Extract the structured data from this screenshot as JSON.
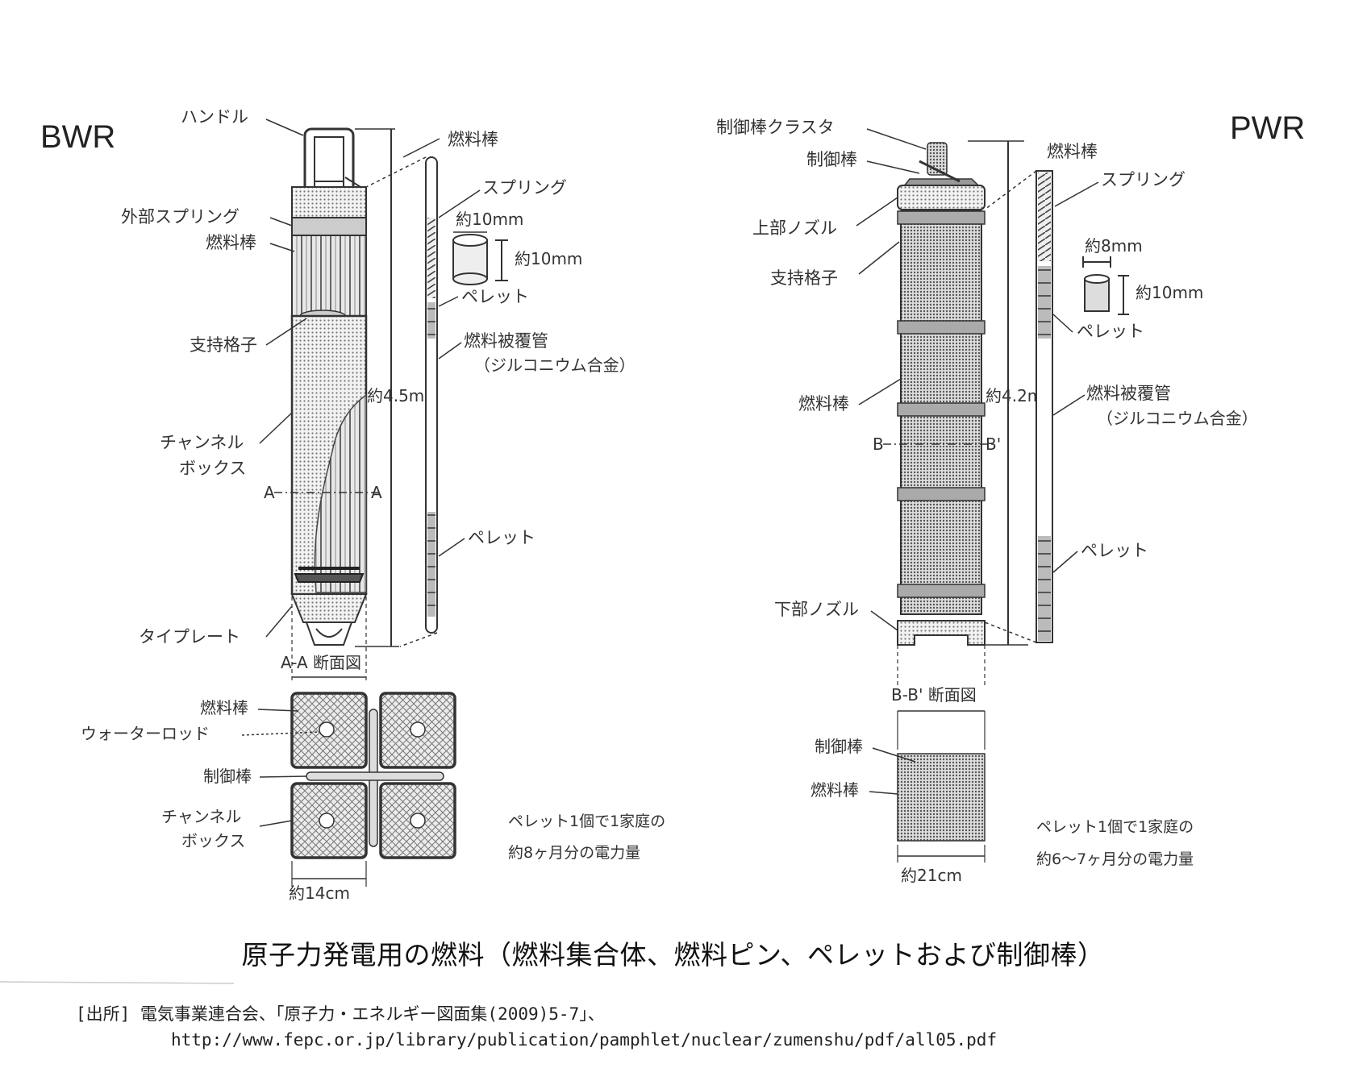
{
  "bwr": {
    "system": "BWR",
    "handle": "ハンドル",
    "fuel_rod_top": "燃料棒",
    "spring": "スプリング",
    "outer_spring": "外部スプリング",
    "fuel_rod_side": "燃料棒",
    "pellet_dia": "約10mm",
    "pellet_height": "約10mm",
    "pellet_top": "ペレット",
    "grid": "支持格子",
    "cladding": "燃料被覆管",
    "cladding_material": "（ジルコニウム合金）",
    "length": "約4.5m",
    "channel_box_1": "チャンネル",
    "channel_box_2": "ボックス",
    "section_left": "A",
    "section_right": "A",
    "pellet_bottom": "ペレット",
    "tie_plate": "タイプレート",
    "section_title": "A-A 断面図",
    "xs_fuel_rod": "燃料棒",
    "xs_water_rod": "ウォーターロッド",
    "xs_control_rod": "制御棒",
    "xs_channel_box_1": "チャンネル",
    "xs_channel_box_2": "ボックス",
    "xs_width": "約14cm",
    "note_1": "ペレット1個で1家庭の",
    "note_2": "約8ヶ月分の電力量"
  },
  "pwr": {
    "system": "PWR",
    "rcca": "制御棒クラスタ",
    "control_rod": "制御棒",
    "fuel_rod_top": "燃料棒",
    "spring": "スプリング",
    "top_nozzle": "上部ノズル",
    "grid": "支持格子",
    "pellet_dia": "約8mm",
    "pellet_height": "約10mm",
    "pellet_top": "ペレット",
    "fuel_rod_side": "燃料棒",
    "length": "約4.2m",
    "cladding": "燃料被覆管",
    "cladding_material": "（ジルコニウム合金）",
    "section_left": "B",
    "section_right": "B'",
    "pellet_bottom": "ペレット",
    "bottom_nozzle": "下部ノズル",
    "section_title": "B-B' 断面図",
    "xs_control_rod": "制御棒",
    "xs_fuel_rod": "燃料棒",
    "xs_width": "約21cm",
    "note_1": "ペレット1個で1家庭の",
    "note_2": "約6～7ヶ月分の電力量"
  },
  "caption": "原子力発電用の燃料（燃料集合体、燃料ピン、ペレットおよび制御棒）",
  "source_line1": "[出所] 電気事業連合会、「原子力・エネルギー図面集(2009)5-7」、",
  "source_line2": "http://www.fepc.or.jp/library/publication/pamphlet/nuclear/zumenshu/pdf/all05.pdf"
}
